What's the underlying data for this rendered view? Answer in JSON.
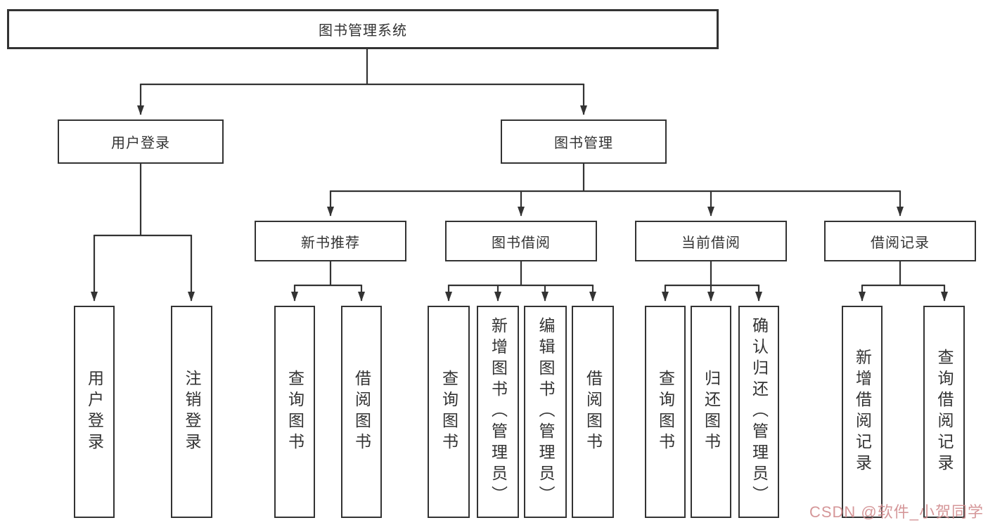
{
  "diagram": {
    "title": "图书管理系统",
    "branches": {
      "user_login": {
        "label": "用户登录",
        "children": {
          "login": "用户登录",
          "logout": "注销登录"
        }
      },
      "book_management": {
        "label": "图书管理",
        "modules": {
          "new_book_recommend": {
            "label": "新书推荐",
            "children": {
              "query_books": "查询图书",
              "borrow_books": "借阅图书"
            }
          },
          "book_borrowing": {
            "label": "图书借阅",
            "children": {
              "query_books": "查询图书",
              "add_books": "新增图书（管理员）",
              "edit_books": "编辑图书（管理员）",
              "borrow_books": "借阅图书"
            }
          },
          "current_borrowing": {
            "label": "当前借阅",
            "children": {
              "query_books": "查询图书",
              "return_books": "归还图书",
              "confirm_return": "确认归还（管理员）"
            }
          },
          "borrowing_records": {
            "label": "借阅记录",
            "children": {
              "add_record": "新增借阅记录",
              "query_record": "查询借阅记录"
            }
          }
        }
      }
    }
  },
  "watermark": {
    "text": "CSDN @软件_小贺同学",
    "color": "#d08c8e"
  },
  "colors": {
    "line": "#333333",
    "text": "#333333",
    "background": "#ffffff"
  }
}
